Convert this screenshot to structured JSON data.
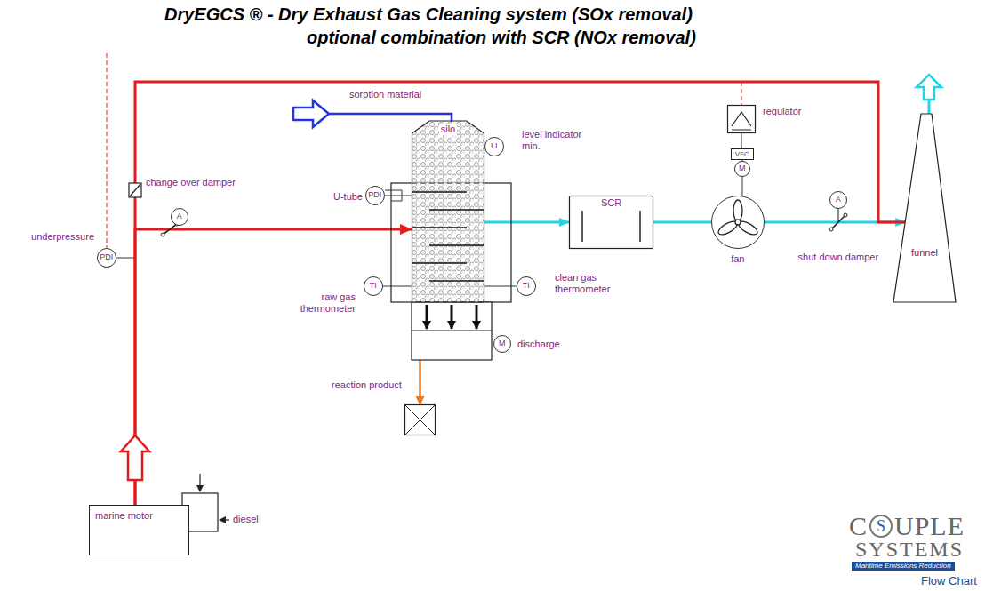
{
  "diagram": {
    "title": "DryEGCS ® - Dry Exhaust Gas Cleaning system (SOx removal)",
    "nodes": [
      {
        "text": [
          "regulator"
        ]
      },
      {
        "text": [
          "silo"
        ]
      },
      {
        "text": [
          "LI",
          "level indicator min."
        ]
      },
      {
        "text": [
          "VFC"
        ]
      },
      {
        "text": [
          "M"
        ]
      },
      {
        "text": [
          "A",
          "change over damper"
        ]
      },
      {
        "text": [
          "PDI",
          "U-tube"
        ]
      },
      {
        "text": [
          "SCR"
        ]
      },
      {
        "text": [
          "fan"
        ]
      },
      {
        "text": [
          "A",
          "shut down damper"
        ]
      },
      {
        "text": [
          "funnel"
        ]
      },
      {
        "text": [
          "PDI",
          "underpressure"
        ]
      },
      {
        "text": [
          "TI",
          "raw gas thermometer"
        ]
      },
      {
        "text": [
          "TI",
          "clean gas thermometer"
        ]
      },
      {
        "text": [
          "M",
          "discharge"
        ]
      },
      {
        "text": [
          "reaction product"
        ]
      },
      {
        "text": [
          "marine motor"
        ]
      }
    ],
    "edges": [
      {
        "from": 16,
        "to": 1,
        "arrow": "to"
      },
      {
        "from": 1,
        "to": 7,
        "arrow": "to"
      },
      {
        "from": 7,
        "to": 8,
        "arrow": "none"
      },
      {
        "from": 8,
        "to": 10,
        "arrow": "to"
      },
      {
        "from": 16,
        "to": 10,
        "arrow": "none"
      },
      {
        "from": 1,
        "to": 15,
        "arrow": "to"
      },
      {
        "from": 0,
        "to": 3,
        "arrow": "none"
      },
      {
        "from": 3,
        "to": 4,
        "arrow": "none"
      },
      {
        "from": 4,
        "to": 8,
        "arrow": "none"
      },
      {
        "from": 2,
        "to": 1,
        "arrow": "none"
      },
      {
        "from": 6,
        "to": 1,
        "arrow": "none"
      },
      {
        "from": 12,
        "to": 1,
        "arrow": "none"
      },
      {
        "from": 13,
        "to": 1,
        "arrow": "none"
      }
    ],
    "labels": [
      "optional combination with SCR (NOx removal)",
      "sorption material",
      "diesel",
      "C",
      "S",
      "UPLE",
      "SYSTEMS",
      "Maritime Emissions Reduction",
      "Flow Chart"
    ]
  }
}
